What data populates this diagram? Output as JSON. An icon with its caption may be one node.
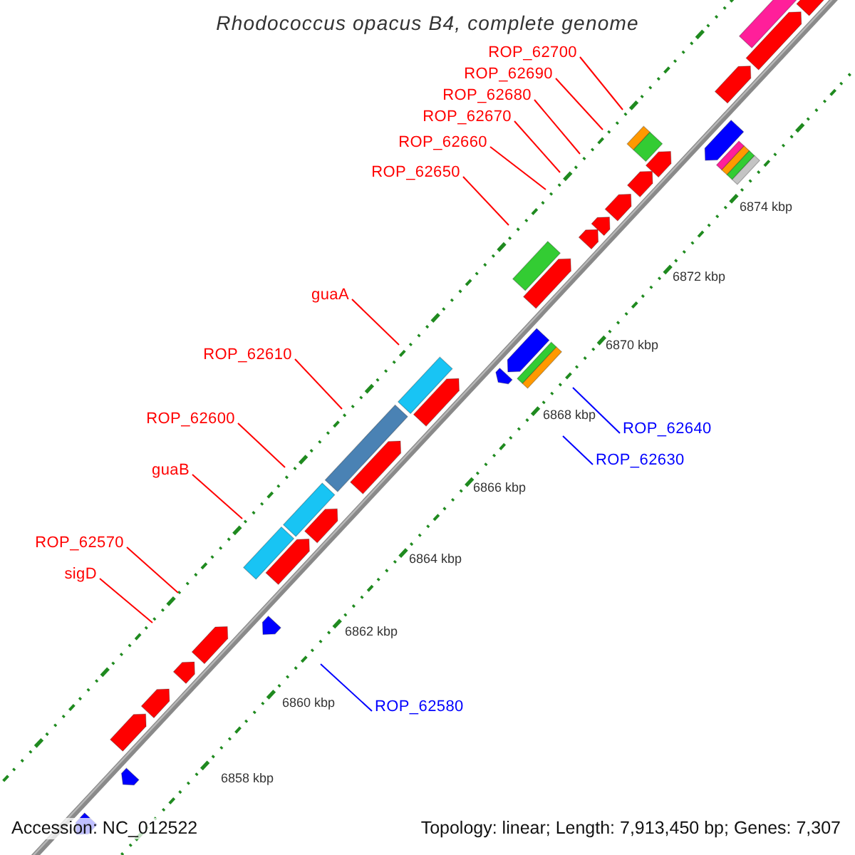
{
  "diagram": {
    "title": "Rhodococcus opacus B4, complete genome",
    "nodes": [
      {
        "text": [
          "ROP_62700"
        ]
      },
      {
        "text": [
          "ROP_62690"
        ]
      },
      {
        "text": [
          "ROP_62680"
        ]
      },
      {
        "text": [
          "ROP_62670"
        ]
      },
      {
        "text": [
          "ROP_62660"
        ]
      },
      {
        "text": [
          "ROP_62650"
        ]
      },
      {
        "text": [
          "guaA"
        ]
      },
      {
        "text": [
          "ROP_62610"
        ]
      },
      {
        "text": [
          "ROP_62600"
        ]
      },
      {
        "text": [
          "ROP_62640"
        ]
      },
      {
        "text": [
          "ROP_62630"
        ]
      },
      {
        "text": [
          "guaB"
        ]
      },
      {
        "text": [
          "ROP_62570"
        ]
      },
      {
        "text": [
          "sigD"
        ]
      },
      {
        "text": [
          "ROP_62580"
        ]
      }
    ],
    "edges": [
      {
        "from": 0,
        "to": null,
        "arrow": "none"
      },
      {
        "from": 1,
        "to": null,
        "arrow": "none"
      },
      {
        "from": 2,
        "to": null,
        "arrow": "none"
      },
      {
        "from": 3,
        "to": null,
        "arrow": "none"
      },
      {
        "from": 4,
        "to": null,
        "arrow": "none"
      },
      {
        "from": 5,
        "to": null,
        "arrow": "none"
      },
      {
        "from": 6,
        "to": null,
        "arrow": "none"
      },
      {
        "from": 7,
        "to": null,
        "arrow": "none"
      },
      {
        "from": 8,
        "to": null,
        "arrow": "none"
      },
      {
        "from": 9,
        "to": null,
        "arrow": "none",
        "color": "#0000ff"
      },
      {
        "from": 10,
        "to": null,
        "arrow": "none",
        "color": "#0000ff"
      },
      {
        "from": 11,
        "to": null,
        "arrow": "none"
      },
      {
        "from": 12,
        "to": null,
        "arrow": "none"
      },
      {
        "from": 13,
        "to": null,
        "arrow": "none"
      },
      {
        "from": 14,
        "to": null,
        "arrow": "none",
        "color": "#0000ff"
      }
    ],
    "labels": [
      "6858 kbp",
      "6860 kbp",
      "6862 kbp",
      "6864 kbp",
      "6866 kbp",
      "6868 kbp",
      "6870 kbp",
      "6872 kbp",
      "6874 kbp",
      "Accession: NC_012522",
      "Topology: linear; Length: 7,913,450 bp; Genes: 7,307"
    ]
  }
}
